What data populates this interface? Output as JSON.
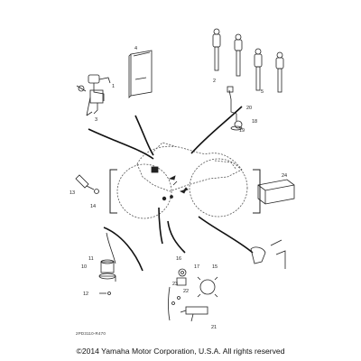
{
  "callouts": {
    "n1": "1",
    "n2": "2",
    "n3": "3",
    "n4": "4",
    "n5": "5",
    "n10": "10",
    "n11": "11",
    "n12": "12",
    "n13": "13",
    "n14": "14",
    "n15": "15",
    "n16": "16",
    "n17": "17",
    "n18": "18",
    "n19": "19",
    "n20": "20",
    "n21": "21",
    "n22": "22",
    "n23": "23",
    "n24": "24"
  },
  "diagram_code": "2PD3110-R470",
  "copyright": "©2014 Yamaha Motor Corporation, U.S.A. All rights reserved"
}
